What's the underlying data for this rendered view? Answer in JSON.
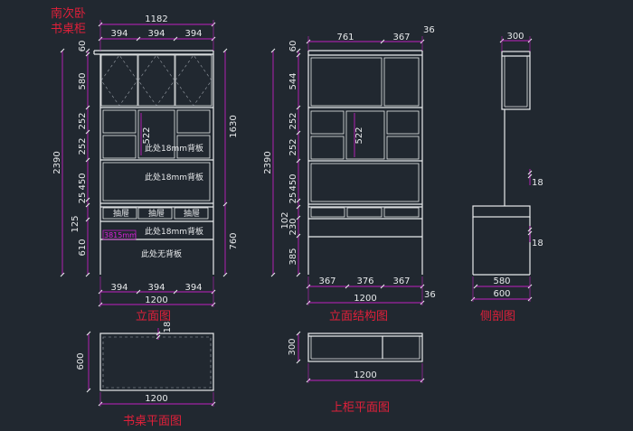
{
  "title_line1": "南次卧",
  "title_line2": "书桌柜",
  "labels": {
    "elevation": "立面图",
    "structure": "立面结构图",
    "section": "侧剖图",
    "desk_plan": "书桌平面图",
    "upper_plan": "上柜平面图"
  },
  "notes": {
    "back_18": "此处18mm背板",
    "no_back": "此处无背板",
    "drawer": "抽屉",
    "mark_3815": "3815mm"
  },
  "dims": {
    "w1182": "1182",
    "w1200": "1200",
    "w394": "394",
    "w761": "761",
    "w367": "367",
    "w376": "376",
    "w300": "300",
    "w580": "580",
    "w600": "600",
    "h2390": "2390",
    "h1630": "1630",
    "h760": "760",
    "h60": "60",
    "h580": "580",
    "h544": "544",
    "h252": "252",
    "h522": "522",
    "h450": "450",
    "h25": "25",
    "h125": "125",
    "h610": "610",
    "h102": "102",
    "h230": "230",
    "h385": "385",
    "t36": "36",
    "t18": "18"
  }
}
